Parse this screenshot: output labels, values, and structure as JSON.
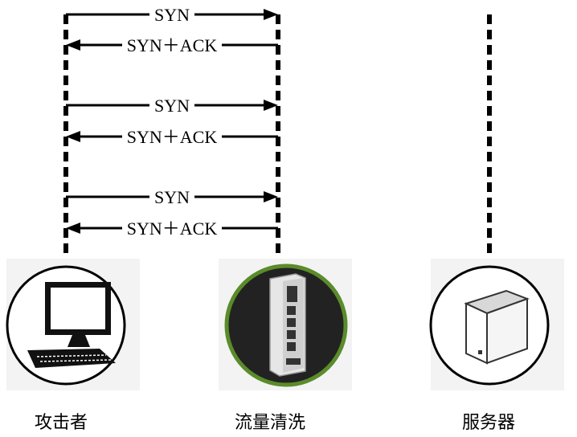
{
  "nodes": [
    {
      "id": "attacker",
      "label": "攻击者",
      "icon": "computer-icon"
    },
    {
      "id": "scrubber",
      "label": "流量清洗",
      "icon": "scrubbing-device-icon"
    },
    {
      "id": "server",
      "label": "服务器",
      "icon": "server-icon"
    }
  ],
  "messages": [
    {
      "label": "SYN",
      "direction": "right"
    },
    {
      "label": "SYN＋ACK",
      "direction": "left"
    },
    {
      "label": "SYN",
      "direction": "right"
    },
    {
      "label": "SYN＋ACK",
      "direction": "left"
    },
    {
      "label": "SYN",
      "direction": "right"
    },
    {
      "label": "SYN＋ACK",
      "direction": "left"
    }
  ],
  "colors": {
    "line": "#000000",
    "device_ring": "#5a8c2a",
    "device_body": "#222222"
  }
}
